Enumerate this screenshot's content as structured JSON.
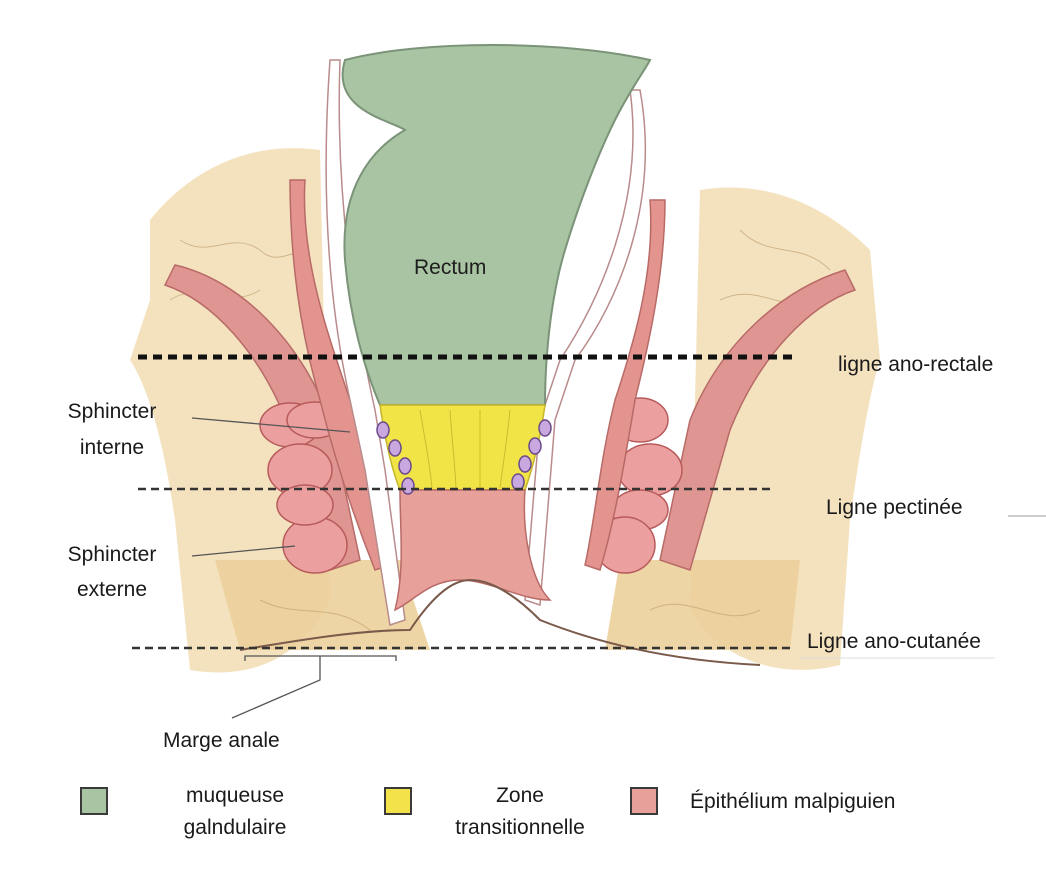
{
  "diagram": {
    "organ_label": "Rectum",
    "lines": {
      "anorectal": "ligne ano-rectale",
      "pectinate": "Ligne pectinée",
      "anocutaneous": "Ligne ano-cutanée"
    },
    "sphincters": {
      "internal_line1": "Sphincter",
      "internal_line2": "interne",
      "external_line1": "Sphincter",
      "external_line2": "externe"
    },
    "anal_margin": "Marge anale"
  },
  "legend": [
    {
      "line1": "muqueuse",
      "line2": "galndulaire",
      "color": "#a9c4a2"
    },
    {
      "line1": "Zone",
      "line2": "transitionnelle",
      "color": "#f4e24a"
    },
    {
      "line1": "Épithélium malpiguien",
      "line2": "",
      "color": "#e8a09a"
    }
  ],
  "colors": {
    "mucosa": "#a9c4a2",
    "transition": "#f1e447",
    "squamous": "#e8a09a",
    "fat": "#f0d9ad",
    "muscle": "#df8f8f"
  }
}
